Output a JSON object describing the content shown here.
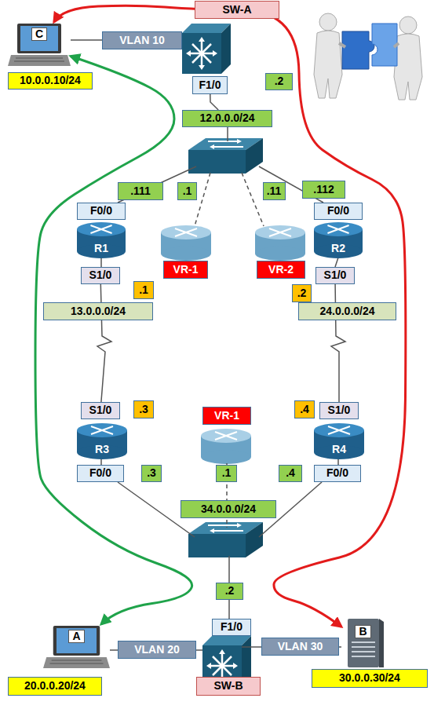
{
  "diagram": {
    "nodes": [
      {
        "text": [
          "SW-A"
        ]
      },
      {
        "text": [
          "C"
        ]
      },
      {
        "text": [
          "VLAN 10"
        ]
      },
      {
        "text": [
          "10.0.0.10/24"
        ]
      },
      {
        "text": [
          "F1/0"
        ]
      },
      {
        "text": [
          ".2"
        ]
      },
      {
        "text": [
          "12.0.0.0/24"
        ]
      },
      {
        "text": [
          ".111"
        ]
      },
      {
        "text": [
          ".1"
        ]
      },
      {
        "text": [
          ".11"
        ]
      },
      {
        "text": [
          ".112"
        ]
      },
      {
        "text": [
          "F0/0"
        ]
      },
      {
        "text": [
          "R1"
        ]
      },
      {
        "text": [
          "F0/0"
        ]
      },
      {
        "text": [
          "R2"
        ]
      },
      {
        "text": [
          "VR-1"
        ]
      },
      {
        "text": [
          "VR-2"
        ]
      },
      {
        "text": [
          "S1/0"
        ]
      },
      {
        "text": [
          ".1"
        ]
      },
      {
        "text": [
          "S1/0"
        ]
      },
      {
        "text": [
          ".2"
        ]
      },
      {
        "text": [
          "13.0.0.0/24"
        ]
      },
      {
        "text": [
          "24.0.0.0/24"
        ]
      },
      {
        "text": [
          "S1/0"
        ]
      },
      {
        "text": [
          ".3"
        ]
      },
      {
        "text": [
          "VR-1"
        ]
      },
      {
        "text": [
          ".4"
        ]
      },
      {
        "text": [
          "S1/0"
        ]
      },
      {
        "text": [
          "R3"
        ]
      },
      {
        "text": [
          "R4"
        ]
      },
      {
        "text": [
          "F0/0"
        ]
      },
      {
        "text": [
          ".3"
        ]
      },
      {
        "text": [
          ".1"
        ]
      },
      {
        "text": [
          ".4"
        ]
      },
      {
        "text": [
          "F0/0"
        ]
      },
      {
        "text": [
          "34.0.0.0/24"
        ]
      },
      {
        "text": [
          ".2"
        ]
      },
      {
        "text": [
          "A"
        ]
      },
      {
        "text": [
          "F1/0"
        ]
      },
      {
        "text": [
          "VLAN 20"
        ]
      },
      {
        "text": [
          "VLAN 30"
        ]
      },
      {
        "text": [
          "B"
        ]
      },
      {
        "text": [
          "SW-B"
        ]
      },
      {
        "text": [
          "20.0.0.20/24"
        ]
      },
      {
        "text": [
          "30.0.0.30/24"
        ]
      }
    ],
    "edges": [
      {
        "from": 1,
        "to": 41,
        "arrow": "both"
      },
      {
        "from": 1,
        "to": 37,
        "arrow": "both"
      },
      {
        "from": 17,
        "to": 23,
        "arrow": "none"
      },
      {
        "from": 19,
        "to": 27,
        "arrow": "none"
      },
      {
        "from": 4,
        "to": 6,
        "arrow": "none"
      }
    ]
  }
}
